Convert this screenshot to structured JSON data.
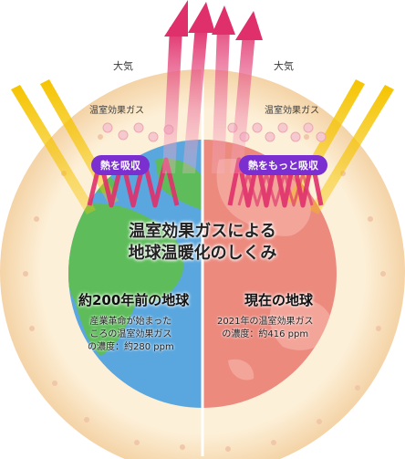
{
  "colors": {
    "atmosphere": "#fbe6c6",
    "ocean_past": "#5aa7df",
    "land_past": "#5ebd5a",
    "earth_present": "#ec8a7e",
    "land_present": "#f3a59a",
    "pill": "#7b2fd0",
    "arrow": "#e0306b",
    "sunlight": "#f5c400"
  },
  "left": {
    "atmosphere_label": "大気",
    "ghg_label": "温室効果ガス",
    "pill_label": "熱を吸収",
    "heading": "約200年前の地球",
    "desc_lines": [
      "産業革命が始まった",
      "ころの温室効果ガス",
      "の濃度：約280 ppm"
    ]
  },
  "right": {
    "atmosphere_label": "大気",
    "ghg_label": "温室効果ガス",
    "pill_label": "熱をもっと吸収",
    "heading": "現在の地球",
    "desc_lines": [
      "2021年の温室効果ガス",
      "の濃度：約416 ppm"
    ]
  },
  "title_lines": [
    "温室効果ガスによる",
    "地球温暖化のしくみ"
  ]
}
